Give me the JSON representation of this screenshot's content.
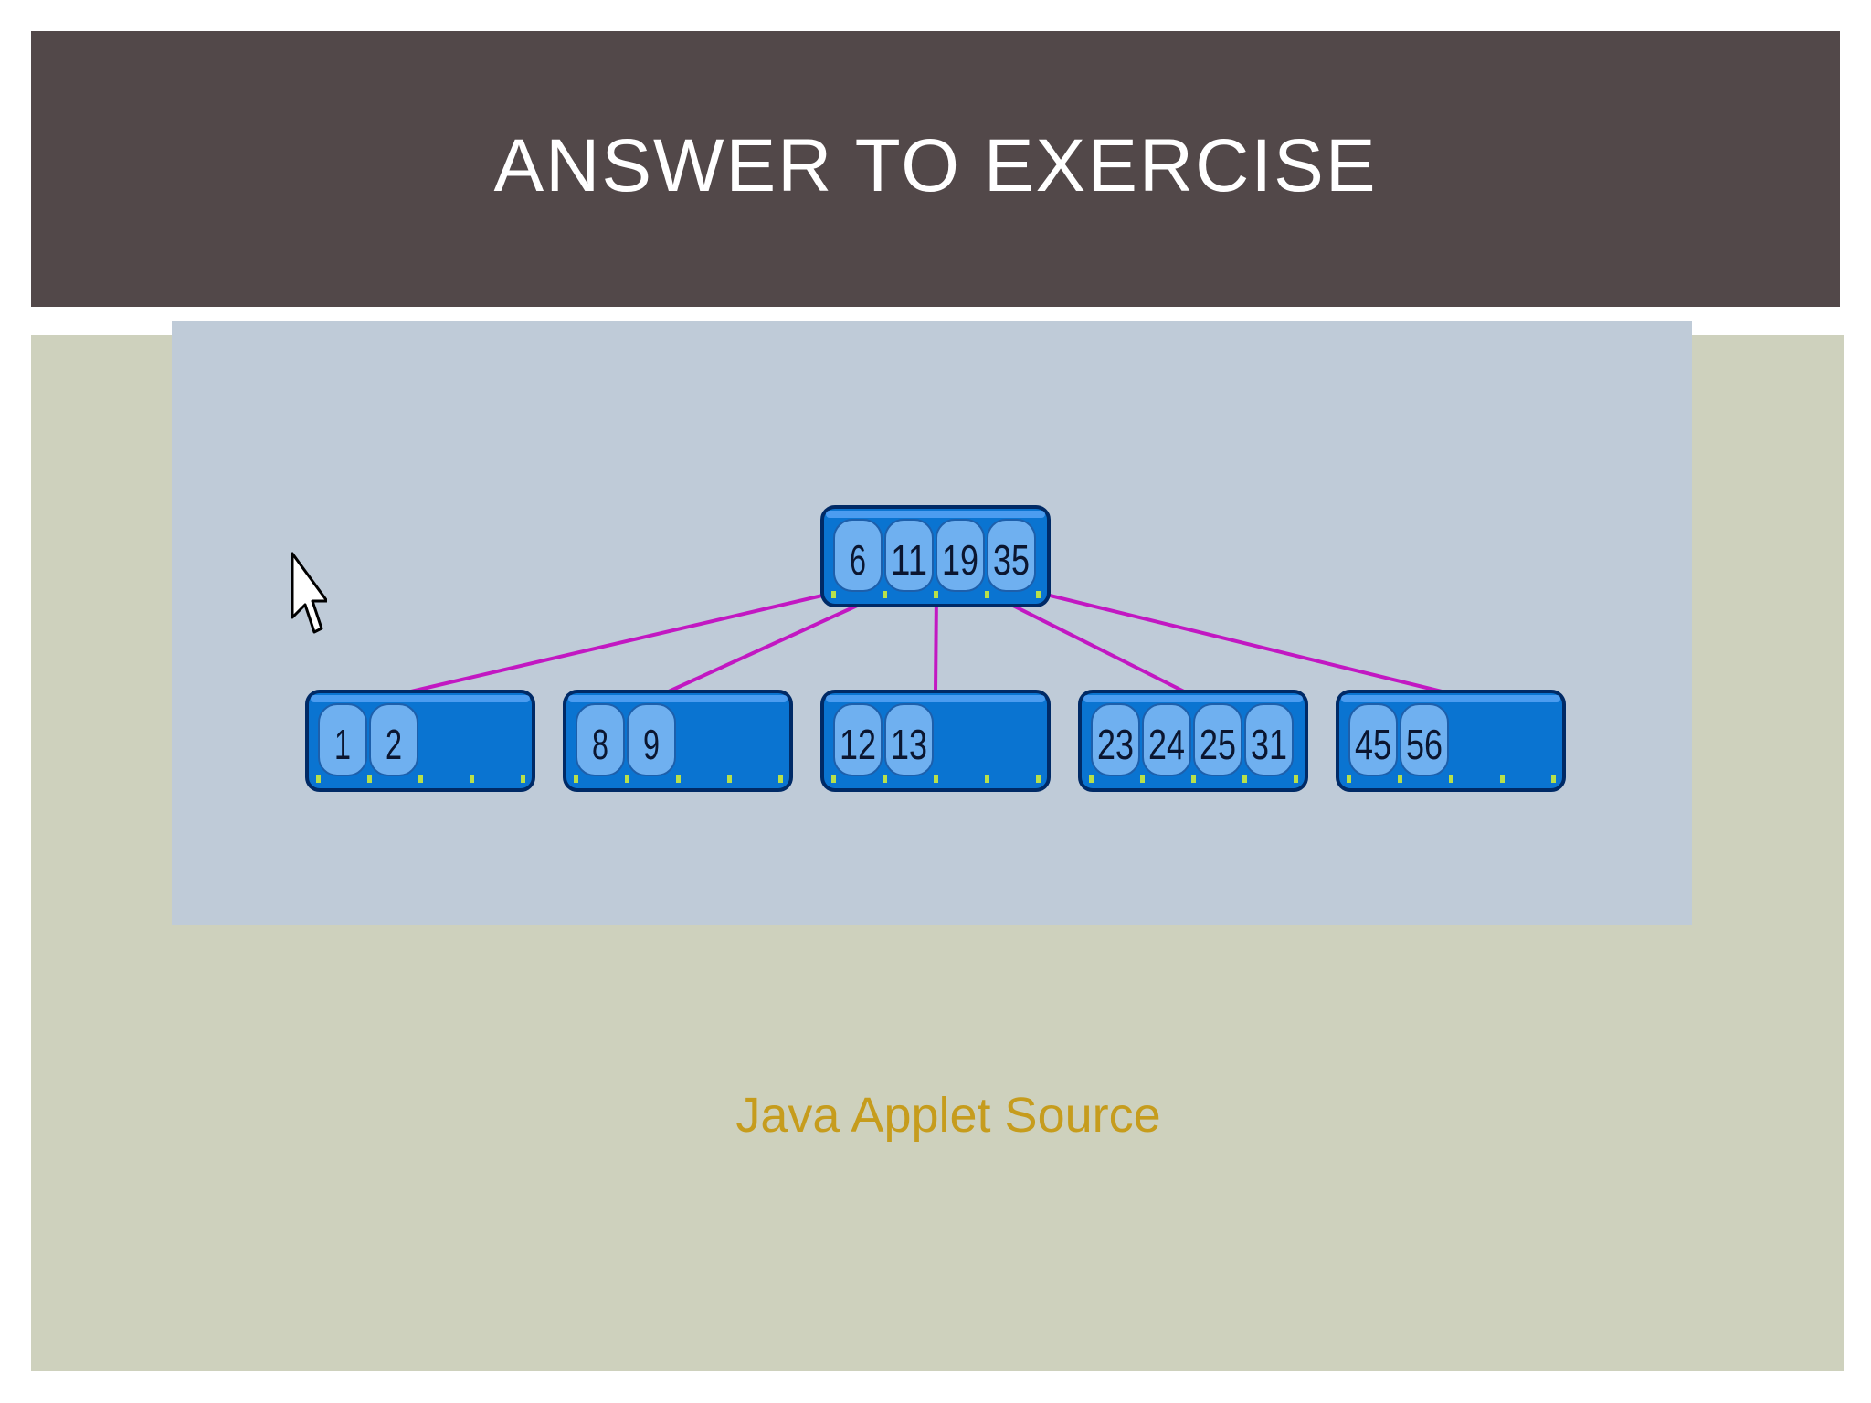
{
  "title": "ANSWER TO EXERCISE",
  "caption": "Java Applet Source",
  "colors": {
    "title_bar": "#524849",
    "content_bg": "#ced1bd",
    "figure_bg": "#bfcbd8",
    "node_fill": "#0a74d1",
    "key_fill": "#6fb0f0",
    "edge": "#c218c2",
    "caption": "#c69c1d"
  },
  "tree": {
    "root": {
      "keys": [
        "6",
        "11",
        "19",
        "35"
      ]
    },
    "children": [
      {
        "keys": [
          "1",
          "2"
        ]
      },
      {
        "keys": [
          "8",
          "9"
        ]
      },
      {
        "keys": [
          "12",
          "13"
        ]
      },
      {
        "keys": [
          "23",
          "24",
          "25",
          "31"
        ]
      },
      {
        "keys": [
          "45",
          "56"
        ]
      }
    ]
  },
  "cursor_icon": "mouse-pointer-icon"
}
